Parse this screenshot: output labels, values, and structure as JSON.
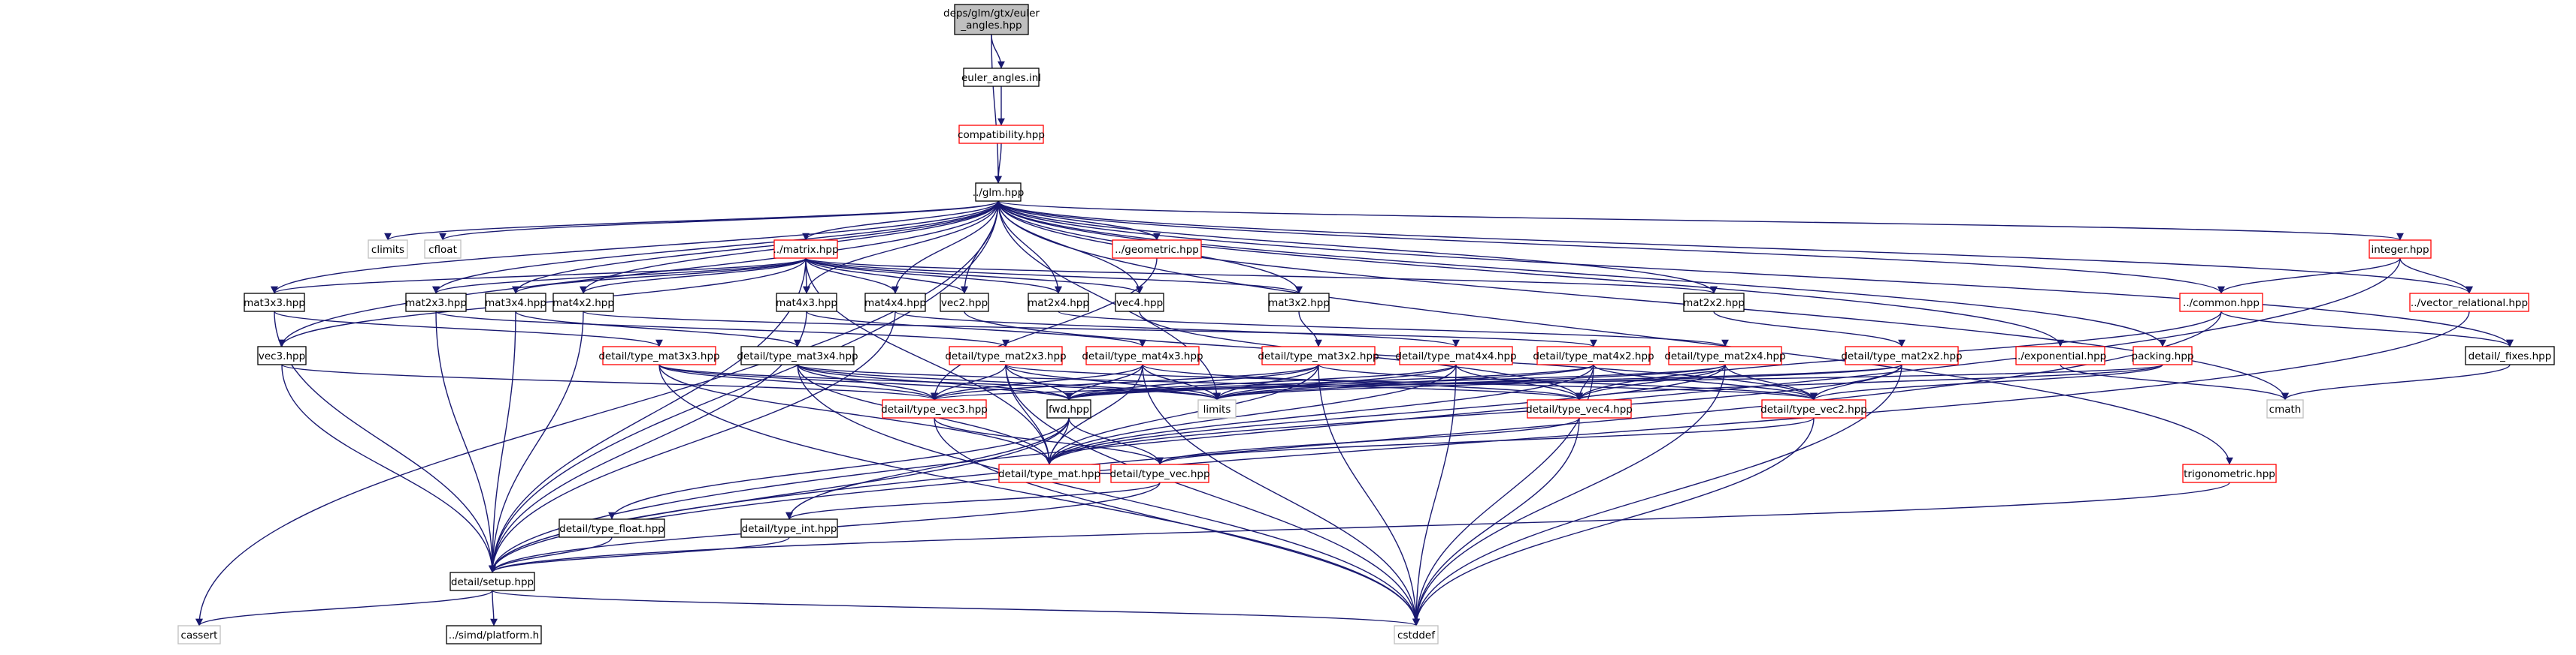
{
  "colors": {
    "edge": "#191970",
    "edge_system": "#1f3c88",
    "border_default": "#000000",
    "border_incomplete": "#ff0000",
    "border_system": "#bfbfbf",
    "root_fill": "#bfbfbf"
  },
  "root": {
    "line1": "deps/glm/gtx/euler",
    "line2": "_angles.hpp"
  },
  "nodes": [
    {
      "id": "euler_angles_inl",
      "label": "euler_angles.inl",
      "kind": "normal"
    },
    {
      "id": "compatibility",
      "label": "compatibility.hpp",
      "kind": "red"
    },
    {
      "id": "glm",
      "label": "../glm.hpp",
      "kind": "normal"
    },
    {
      "id": "climits",
      "label": "climits",
      "kind": "light"
    },
    {
      "id": "cfloat",
      "label": "cfloat",
      "kind": "light"
    },
    {
      "id": "matrix",
      "label": "../matrix.hpp",
      "kind": "red"
    },
    {
      "id": "geometric",
      "label": "../geometric.hpp",
      "kind": "red"
    },
    {
      "id": "integer",
      "label": "integer.hpp",
      "kind": "red"
    },
    {
      "id": "mat3x3",
      "label": "mat3x3.hpp",
      "kind": "normal"
    },
    {
      "id": "mat2x3",
      "label": "mat2x3.hpp",
      "kind": "normal"
    },
    {
      "id": "mat3x4",
      "label": "mat3x4.hpp",
      "kind": "normal"
    },
    {
      "id": "mat4x2",
      "label": "mat4x2.hpp",
      "kind": "normal"
    },
    {
      "id": "mat4x3",
      "label": "mat4x3.hpp",
      "kind": "normal"
    },
    {
      "id": "mat4x4",
      "label": "mat4x4.hpp",
      "kind": "normal"
    },
    {
      "id": "vec2",
      "label": "vec2.hpp",
      "kind": "normal"
    },
    {
      "id": "mat2x4",
      "label": "mat2x4.hpp",
      "kind": "normal"
    },
    {
      "id": "vec4",
      "label": "vec4.hpp",
      "kind": "normal"
    },
    {
      "id": "mat3x2",
      "label": "mat3x2.hpp",
      "kind": "normal"
    },
    {
      "id": "mat2x2",
      "label": "mat2x2.hpp",
      "kind": "normal"
    },
    {
      "id": "common",
      "label": "../common.hpp",
      "kind": "red"
    },
    {
      "id": "vector_relational",
      "label": "../vector_relational.hpp",
      "kind": "red"
    },
    {
      "id": "vec3",
      "label": "vec3.hpp",
      "kind": "normal"
    },
    {
      "id": "type_mat3x3",
      "label": "detail/type_mat3x3.hpp",
      "kind": "red"
    },
    {
      "id": "type_mat3x4",
      "label": "detail/type_mat3x4.hpp",
      "kind": "normal"
    },
    {
      "id": "type_mat2x3",
      "label": "detail/type_mat2x3.hpp",
      "kind": "red"
    },
    {
      "id": "type_mat4x3",
      "label": "detail/type_mat4x3.hpp",
      "kind": "red"
    },
    {
      "id": "type_mat3x2",
      "label": "detail/type_mat3x2.hpp",
      "kind": "red"
    },
    {
      "id": "type_mat4x4",
      "label": "detail/type_mat4x4.hpp",
      "kind": "red"
    },
    {
      "id": "type_mat4x2",
      "label": "detail/type_mat4x2.hpp",
      "kind": "red"
    },
    {
      "id": "type_mat2x4",
      "label": "detail/type_mat2x4.hpp",
      "kind": "red"
    },
    {
      "id": "type_mat2x2",
      "label": "detail/type_mat2x2.hpp",
      "kind": "red"
    },
    {
      "id": "exponential",
      "label": "../exponential.hpp",
      "kind": "red"
    },
    {
      "id": "packing",
      "label": "packing.hpp",
      "kind": "red"
    },
    {
      "id": "fixes",
      "label": "detail/_fixes.hpp",
      "kind": "normal"
    },
    {
      "id": "cmath",
      "label": "cmath",
      "kind": "light"
    },
    {
      "id": "type_vec3",
      "label": "detail/type_vec3.hpp",
      "kind": "red"
    },
    {
      "id": "fwd",
      "label": "fwd.hpp",
      "kind": "normal"
    },
    {
      "id": "limits",
      "label": "limits",
      "kind": "light"
    },
    {
      "id": "type_vec4",
      "label": "detail/type_vec4.hpp",
      "kind": "red"
    },
    {
      "id": "type_vec2",
      "label": "detail/type_vec2.hpp",
      "kind": "red"
    },
    {
      "id": "type_mat",
      "label": "detail/type_mat.hpp",
      "kind": "red"
    },
    {
      "id": "type_vec",
      "label": "detail/type_vec.hpp",
      "kind": "red"
    },
    {
      "id": "trigonometric",
      "label": "trigonometric.hpp",
      "kind": "red"
    },
    {
      "id": "type_float",
      "label": "detail/type_float.hpp",
      "kind": "normal"
    },
    {
      "id": "type_int",
      "label": "detail/type_int.hpp",
      "kind": "normal"
    },
    {
      "id": "setup",
      "label": "detail/setup.hpp",
      "kind": "normal"
    },
    {
      "id": "cassert",
      "label": "cassert",
      "kind": "light"
    },
    {
      "id": "platform",
      "label": "../simd/platform.h",
      "kind": "normal"
    },
    {
      "id": "cstddef",
      "label": "cstddef",
      "kind": "light"
    }
  ],
  "edges": [
    [
      "root",
      "euler_angles_inl"
    ],
    [
      "root",
      "glm"
    ],
    [
      "euler_angles_inl",
      "compatibility"
    ],
    [
      "compatibility",
      "glm"
    ],
    [
      "glm",
      "climits"
    ],
    [
      "glm",
      "cfloat"
    ],
    [
      "glm",
      "matrix"
    ],
    [
      "glm",
      "geometric"
    ],
    [
      "glm",
      "integer"
    ],
    [
      "glm",
      "mat3x3"
    ],
    [
      "glm",
      "mat2x3"
    ],
    [
      "glm",
      "mat3x4"
    ],
    [
      "glm",
      "mat4x2"
    ],
    [
      "glm",
      "mat4x3"
    ],
    [
      "glm",
      "mat4x4"
    ],
    [
      "glm",
      "vec2"
    ],
    [
      "glm",
      "mat2x4"
    ],
    [
      "glm",
      "vec4"
    ],
    [
      "glm",
      "mat3x2"
    ],
    [
      "glm",
      "mat2x2"
    ],
    [
      "glm",
      "common"
    ],
    [
      "glm",
      "vector_relational"
    ],
    [
      "glm",
      "fixes"
    ],
    [
      "glm",
      "cmath"
    ],
    [
      "glm",
      "vec3"
    ],
    [
      "glm",
      "exponential"
    ],
    [
      "glm",
      "packing"
    ],
    [
      "glm",
      "trigonometric"
    ],
    [
      "glm",
      "limits"
    ],
    [
      "glm",
      "setup"
    ],
    [
      "glm",
      "cassert"
    ],
    [
      "matrix",
      "mat3x3"
    ],
    [
      "matrix",
      "mat2x3"
    ],
    [
      "matrix",
      "mat3x4"
    ],
    [
      "matrix",
      "mat4x2"
    ],
    [
      "matrix",
      "mat4x3"
    ],
    [
      "matrix",
      "mat4x4"
    ],
    [
      "matrix",
      "vec2"
    ],
    [
      "matrix",
      "mat2x4"
    ],
    [
      "matrix",
      "vec4"
    ],
    [
      "matrix",
      "mat3x2"
    ],
    [
      "matrix",
      "mat2x2"
    ],
    [
      "matrix",
      "vec3"
    ],
    [
      "matrix",
      "setup"
    ],
    [
      "matrix",
      "type_mat"
    ],
    [
      "geometric",
      "type_vec3"
    ],
    [
      "integer",
      "common"
    ],
    [
      "integer",
      "vector_relational"
    ],
    [
      "integer",
      "setup"
    ],
    [
      "common",
      "fixes"
    ],
    [
      "common",
      "setup"
    ],
    [
      "common",
      "type_vec4"
    ],
    [
      "vector_relational",
      "setup"
    ],
    [
      "fixes",
      "cmath"
    ],
    [
      "exponential",
      "cmath"
    ],
    [
      "exponential",
      "type_vec1"
    ],
    [
      "mat3x3",
      "type_mat3x3"
    ],
    [
      "mat3x3",
      "setup"
    ],
    [
      "mat2x3",
      "type_mat2x3"
    ],
    [
      "mat2x3",
      "setup"
    ],
    [
      "mat3x4",
      "type_mat3x4"
    ],
    [
      "mat3x4",
      "setup"
    ],
    [
      "mat4x2",
      "type_mat4x2"
    ],
    [
      "mat4x2",
      "setup"
    ],
    [
      "mat4x3",
      "type_mat4x3"
    ],
    [
      "mat4x3",
      "setup"
    ],
    [
      "mat4x4",
      "type_mat4x4"
    ],
    [
      "mat4x4",
      "setup"
    ],
    [
      "vec2",
      "type_vec2"
    ],
    [
      "mat2x4",
      "type_mat2x4"
    ],
    [
      "vec4",
      "type_vec4"
    ],
    [
      "mat3x2",
      "type_mat3x2"
    ],
    [
      "mat2x2",
      "type_mat2x2"
    ],
    [
      "vec3",
      "type_vec3"
    ],
    [
      "vec3",
      "setup"
    ],
    [
      "type_mat3x3",
      "type_vec3"
    ],
    [
      "type_mat3x3",
      "fwd"
    ],
    [
      "type_mat3x3",
      "limits"
    ],
    [
      "type_mat3x3",
      "type_mat"
    ],
    [
      "type_mat3x3",
      "cstddef"
    ],
    [
      "type_mat3x4",
      "type_vec3"
    ],
    [
      "type_mat3x4",
      "type_vec4"
    ],
    [
      "type_mat3x4",
      "fwd"
    ],
    [
      "type_mat3x4",
      "limits"
    ],
    [
      "type_mat3x4",
      "type_mat"
    ],
    [
      "type_mat3x4",
      "cstddef"
    ],
    [
      "type_mat2x3",
      "type_vec2"
    ],
    [
      "type_mat2x3",
      "type_vec3"
    ],
    [
      "type_mat2x3",
      "fwd"
    ],
    [
      "type_mat2x3",
      "limits"
    ],
    [
      "type_mat2x3",
      "type_mat"
    ],
    [
      "type_mat2x3",
      "cstddef"
    ],
    [
      "type_mat4x3",
      "type_vec3"
    ],
    [
      "type_mat4x3",
      "type_vec4"
    ],
    [
      "type_mat4x3",
      "fwd"
    ],
    [
      "type_mat4x3",
      "limits"
    ],
    [
      "type_mat4x3",
      "type_mat"
    ],
    [
      "type_mat4x3",
      "cstddef"
    ],
    [
      "type_mat3x2",
      "type_vec2"
    ],
    [
      "type_mat3x2",
      "type_vec3"
    ],
    [
      "type_mat3x2",
      "fwd"
    ],
    [
      "type_mat3x2",
      "limits"
    ],
    [
      "type_mat3x2",
      "type_mat"
    ],
    [
      "type_mat3x2",
      "cstddef"
    ],
    [
      "type_mat4x4",
      "type_vec4"
    ],
    [
      "type_mat4x4",
      "fwd"
    ],
    [
      "type_mat4x4",
      "limits"
    ],
    [
      "type_mat4x4",
      "type_mat"
    ],
    [
      "type_mat4x4",
      "cstddef"
    ],
    [
      "type_mat4x2",
      "type_vec2"
    ],
    [
      "type_mat4x2",
      "type_vec4"
    ],
    [
      "type_mat4x2",
      "fwd"
    ],
    [
      "type_mat4x2",
      "limits"
    ],
    [
      "type_mat4x2",
      "type_mat"
    ],
    [
      "type_mat4x2",
      "cstddef"
    ],
    [
      "type_mat2x4",
      "type_vec2"
    ],
    [
      "type_mat2x4",
      "type_vec4"
    ],
    [
      "type_mat2x4",
      "fwd"
    ],
    [
      "type_mat2x4",
      "limits"
    ],
    [
      "type_mat2x4",
      "type_mat"
    ],
    [
      "type_mat2x4",
      "cstddef"
    ],
    [
      "type_mat2x2",
      "type_vec2"
    ],
    [
      "type_mat2x2",
      "fwd"
    ],
    [
      "type_mat2x2",
      "limits"
    ],
    [
      "type_mat2x2",
      "type_mat"
    ],
    [
      "type_mat2x2",
      "cstddef"
    ],
    [
      "packing",
      "type_vec2"
    ],
    [
      "packing",
      "type_vec4"
    ],
    [
      "packing",
      "type_vec3"
    ],
    [
      "type_vec3",
      "type_vec"
    ],
    [
      "type_vec3",
      "cstddef"
    ],
    [
      "type_vec4",
      "type_vec"
    ],
    [
      "type_vec4",
      "cstddef"
    ],
    [
      "type_vec2",
      "type_vec"
    ],
    [
      "type_vec2",
      "cstddef"
    ],
    [
      "fwd",
      "type_float"
    ],
    [
      "fwd",
      "type_int"
    ],
    [
      "fwd",
      "type_vec"
    ],
    [
      "fwd",
      "type_mat"
    ],
    [
      "fwd",
      "setup"
    ],
    [
      "type_vec",
      "type_int"
    ],
    [
      "type_vec",
      "setup"
    ],
    [
      "type_mat",
      "type_vec"
    ],
    [
      "type_float",
      "setup"
    ],
    [
      "type_int",
      "setup"
    ],
    [
      "trigonometric",
      "setup"
    ],
    [
      "setup",
      "cassert"
    ],
    [
      "setup",
      "platform"
    ],
    [
      "setup",
      "cstddef"
    ]
  ]
}
